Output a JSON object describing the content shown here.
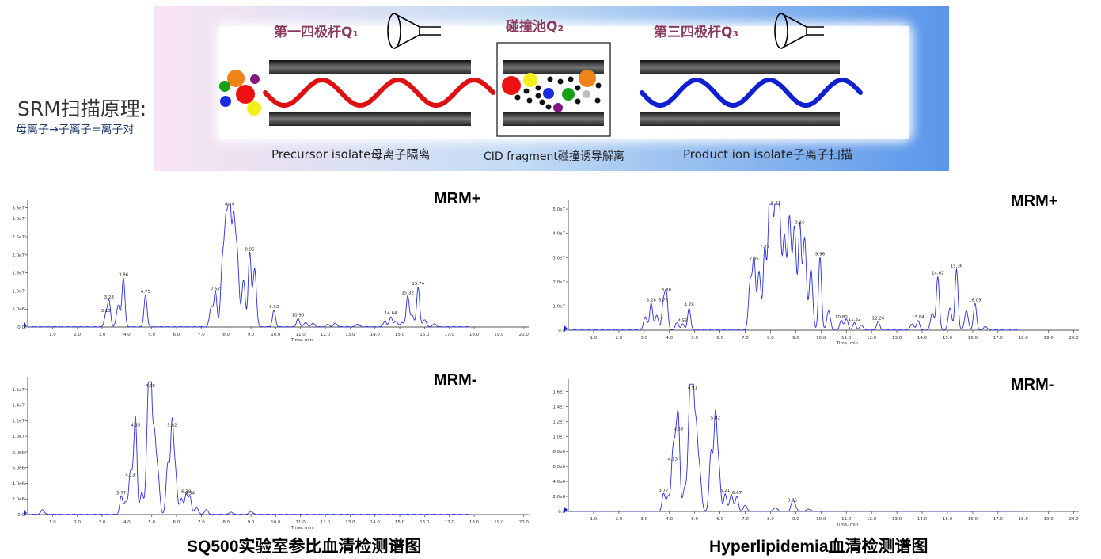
{
  "srm": {
    "title": "SRM扫描原理:",
    "subtitle": "母离子→子离子=离子对"
  },
  "diagram": {
    "q1_label": "第一四极杆Q₁",
    "q2_label": "碰撞池Q₂",
    "q3_label": "第三四极杆Q₃",
    "precursor_caption": "Precursor isolate母离子隔离",
    "cid_caption": "CID fragment碰撞诱导解离",
    "product_caption": "Product ion isolate子离子扫描",
    "colors": {
      "q1_wave": "#dd1111",
      "q3_wave": "#1020d0",
      "label": "#8a3a5e",
      "bg_left": "#f7e3f1",
      "bg_right": "#5a96ea"
    }
  },
  "captions": {
    "left": "SQ500实验室参比血清检测谱图",
    "right": "Hyperlipidemia血清检测谱图"
  },
  "chart_data": [
    {
      "id": "left-pos",
      "type": "line",
      "mode_label": "MRM+",
      "xlabel": "Time, min",
      "ylabel": "",
      "xlim": [
        0,
        20.2
      ],
      "ylim": [
        0,
        34000000.0
      ],
      "xticks": [
        "1.0",
        "2.0",
        "3.0",
        "4.0",
        "5.0",
        "6.0",
        "7.0",
        "8.0",
        "9.0",
        "10.0",
        "11.0",
        "12.0",
        "13.0",
        "14.0",
        "15.0",
        "16.0",
        "17.0",
        "18.0",
        "19.0",
        "20.0"
      ],
      "yticks": [
        [
          "0.0",
          0
        ],
        [
          "5.0e6",
          5000000.0
        ],
        [
          "1.0e7",
          10000000.0
        ],
        [
          "1.5e7",
          15000000.0
        ],
        [
          "2.0e7",
          20000000.0
        ],
        [
          "2.5e7",
          25000000.0
        ],
        [
          "3.0e7",
          30000000.0
        ],
        [
          "3.3e7",
          33000000.0
        ]
      ],
      "peaks": [
        {
          "label": "3.15",
          "x": 3.15,
          "y": 3500000.0
        },
        {
          "label": "3.28",
          "x": 3.28,
          "y": 7200000.0
        },
        {
          "label": "3.86",
          "x": 3.86,
          "y": 13500000.0
        },
        {
          "label": "4.75",
          "x": 4.75,
          "y": 8800000.0
        },
        {
          "label": "7.57",
          "x": 7.57,
          "y": 9500000.0
        },
        {
          "label": "8.14",
          "x": 8.14,
          "y": 33000000.0
        },
        {
          "label": "8.95",
          "x": 8.95,
          "y": 20500000.0
        },
        {
          "label": "9.93",
          "x": 9.93,
          "y": 4600000.0
        },
        {
          "label": "10.90",
          "x": 10.9,
          "y": 2300000.0
        },
        {
          "label": "14.64",
          "x": 14.64,
          "y": 2800000.0
        },
        {
          "label": "15.32",
          "x": 15.32,
          "y": 8500000.0
        },
        {
          "label": "15.74",
          "x": 15.74,
          "y": 11000000.0
        }
      ],
      "extra": [
        [
          3.65,
          6000000.0
        ],
        [
          7.4,
          5500000.0
        ],
        [
          7.85,
          17000000.0
        ],
        [
          8.0,
          28000000.0
        ],
        [
          8.3,
          29000000.0
        ],
        [
          8.45,
          19000000.0
        ],
        [
          8.7,
          13000000.0
        ],
        [
          9.15,
          16000000.0
        ],
        [
          11.2,
          1200000.0
        ],
        [
          11.5,
          1000000.0
        ],
        [
          12.1,
          700000.0
        ],
        [
          12.4,
          1000000.0
        ],
        [
          13.3,
          800000.0
        ],
        [
          14.4,
          1500000.0
        ],
        [
          14.85,
          1600000.0
        ],
        [
          15.1,
          1200000.0
        ],
        [
          15.5,
          3200000.0
        ],
        [
          16.0,
          2000000.0
        ],
        [
          16.4,
          800000.0
        ]
      ]
    },
    {
      "id": "left-neg",
      "type": "line",
      "mode_label": "MRM-",
      "xlabel": "Time, min",
      "ylabel": "",
      "xlim": [
        0,
        20.2
      ],
      "ylim": [
        0,
        17000000.0
      ],
      "xticks": [
        "1.0",
        "2.0",
        "3.0",
        "4.0",
        "5.0",
        "6.0",
        "7.0",
        "8.0",
        "9.0",
        "10.0",
        "11.0",
        "12.0",
        "13.0",
        "14.0",
        "15.0",
        "16.0",
        "17.0",
        "18.0",
        "19.0",
        "20.0"
      ],
      "yticks": [
        [
          "0.0",
          0
        ],
        [
          "2.0e6",
          2000000.0
        ],
        [
          "4.0e6",
          4000000.0
        ],
        [
          "6.0e6",
          6000000.0
        ],
        [
          "8.0e6",
          8000000.0
        ],
        [
          "1.0e7",
          10000000.0
        ],
        [
          "1.2e7",
          12000000.0
        ],
        [
          "1.4e7",
          14000000.0
        ],
        [
          "1.6e7",
          16000000.0
        ]
      ],
      "peaks": [
        {
          "label": "3.77",
          "x": 3.77,
          "y": 2300000.0
        },
        {
          "label": "4.13",
          "x": 4.13,
          "y": 4600000.0
        },
        {
          "label": "4.35",
          "x": 4.35,
          "y": 11000000.0
        },
        {
          "label": "4.95",
          "x": 4.95,
          "y": 16000000.0
        },
        {
          "label": "5.82",
          "x": 5.82,
          "y": 11000000.0
        },
        {
          "label": "6.39",
          "x": 6.39,
          "y": 2500000.0
        },
        {
          "label": "6.54",
          "x": 6.54,
          "y": 2300000.0
        }
      ],
      "extra": [
        [
          0.6,
          600000.0
        ],
        [
          3.95,
          1600000.0
        ],
        [
          4.25,
          3800000.0
        ],
        [
          4.6,
          2800000.0
        ],
        [
          4.85,
          12000000.0
        ],
        [
          5.1,
          10000000.0
        ],
        [
          5.25,
          5000000.0
        ],
        [
          5.65,
          6500000.0
        ],
        [
          5.95,
          5500000.0
        ],
        [
          6.2,
          2000000.0
        ],
        [
          6.8,
          1000000.0
        ],
        [
          7.2,
          600000.0
        ],
        [
          8.2,
          300000.0
        ],
        [
          9.0,
          400000.0
        ]
      ]
    },
    {
      "id": "right-pos",
      "type": "line",
      "mode_label": "MRM+",
      "xlabel": "Time, min",
      "ylabel": "",
      "xlim": [
        0,
        20.2
      ],
      "ylim": [
        0,
        52000000.0
      ],
      "xticks": [
        "1.0",
        "2.0",
        "3.0",
        "4.0",
        "5.0",
        "6.0",
        "7.0",
        "8.0",
        "9.0",
        "10.0",
        "11.0",
        "12.0",
        "13.0",
        "14.0",
        "15.0",
        "16.0",
        "17.0",
        "18.0",
        "19.0",
        "20.0"
      ],
      "yticks": [
        [
          "0.0",
          0
        ],
        [
          "1.0e7",
          10000000.0
        ],
        [
          "2.0e7",
          20000000.0
        ],
        [
          "3.0e7",
          30000000.0
        ],
        [
          "4.0e7",
          40000000.0
        ],
        [
          "5.0e7",
          50000000.0
        ]
      ],
      "peaks": [
        {
          "label": "3.28",
          "x": 3.28,
          "y": 11000000.0
        },
        {
          "label": "3.76",
          "x": 3.76,
          "y": 11000000.0
        },
        {
          "label": "3.88",
          "x": 3.88,
          "y": 15000000.0
        },
        {
          "label": "4.53",
          "x": 4.53,
          "y": 2500000.0
        },
        {
          "label": "4.78",
          "x": 4.78,
          "y": 9000000.0
        },
        {
          "label": "7.35",
          "x": 7.35,
          "y": 28000000.0
        },
        {
          "label": "7.77",
          "x": 7.77,
          "y": 33000000.0
        },
        {
          "label": "8.21",
          "x": 8.21,
          "y": 51000000.0
        },
        {
          "label": "9.16",
          "x": 9.16,
          "y": 43000000.0
        },
        {
          "label": "9.96",
          "x": 9.96,
          "y": 30000000.0
        },
        {
          "label": "10.80",
          "x": 10.8,
          "y": 4000000.0
        },
        {
          "label": "11.32",
          "x": 11.32,
          "y": 3000000.0
        },
        {
          "label": "12.26",
          "x": 12.26,
          "y": 3500000.0
        },
        {
          "label": "13.84",
          "x": 13.84,
          "y": 4000000.0
        },
        {
          "label": "14.62",
          "x": 14.62,
          "y": 22000000.0
        },
        {
          "label": "15.36",
          "x": 15.36,
          "y": 25000000.0
        },
        {
          "label": "16.09",
          "x": 16.09,
          "y": 11000000.0
        }
      ],
      "extra": [
        [
          3.05,
          5500000.0
        ],
        [
          3.5,
          6000000.0
        ],
        [
          4.3,
          3000000.0
        ],
        [
          7.2,
          20000000.0
        ],
        [
          7.55,
          24000000.0
        ],
        [
          7.95,
          40000000.0
        ],
        [
          8.05,
          46000000.0
        ],
        [
          8.35,
          49000000.0
        ],
        [
          8.55,
          38000000.0
        ],
        [
          8.75,
          46000000.0
        ],
        [
          8.95,
          42000000.0
        ],
        [
          9.35,
          38000000.0
        ],
        [
          9.6,
          25000000.0
        ],
        [
          10.3,
          8000000.0
        ],
        [
          11.0,
          4500000.0
        ],
        [
          11.6,
          2000000.0
        ],
        [
          13.6,
          2500000.0
        ],
        [
          14.4,
          7000000.0
        ],
        [
          15.1,
          9000000.0
        ],
        [
          15.75,
          8000000.0
        ],
        [
          16.5,
          1500000.0
        ]
      ]
    },
    {
      "id": "right-neg",
      "type": "line",
      "mode_label": "MRM-",
      "xlabel": "Time, min",
      "ylabel": "",
      "xlim": [
        0,
        20.2
      ],
      "ylim": [
        0,
        17000000.0
      ],
      "xticks": [
        "1.0",
        "2.0",
        "3.0",
        "4.0",
        "5.0",
        "6.0",
        "7.0",
        "8.0",
        "9.0",
        "10.0",
        "11.0",
        "12.0",
        "13.0",
        "14.0",
        "15.0",
        "16.0",
        "17.0",
        "18.0",
        "19.0",
        "20.0"
      ],
      "yticks": [
        [
          "0.0",
          0
        ],
        [
          "2.0e6",
          2000000.0
        ],
        [
          "4.0e6",
          4000000.0
        ],
        [
          "6.0e6",
          6000000.0
        ],
        [
          "8.0e6",
          8000000.0
        ],
        [
          "1.0e7",
          10000000.0
        ],
        [
          "1.2e7",
          12000000.0
        ],
        [
          "1.4e7",
          14000000.0
        ],
        [
          "1.6e7",
          16000000.0
        ]
      ],
      "peaks": [
        {
          "label": "3.77",
          "x": 3.77,
          "y": 2300000.0
        },
        {
          "label": "4.13",
          "x": 4.13,
          "y": 6500000.0
        },
        {
          "label": "4.36",
          "x": 4.36,
          "y": 10500000.0
        },
        {
          "label": "4.91",
          "x": 4.91,
          "y": 16000000.0
        },
        {
          "label": "5.82",
          "x": 5.82,
          "y": 12000000.0
        },
        {
          "label": "6.21",
          "x": 6.21,
          "y": 2300000.0
        },
        {
          "label": "6.67",
          "x": 6.67,
          "y": 2000000.0
        },
        {
          "label": "8.86",
          "x": 8.86,
          "y": 1000000.0
        }
      ],
      "extra": [
        [
          3.95,
          2000000.0
        ],
        [
          4.25,
          8000000.0
        ],
        [
          4.6,
          3000000.0
        ],
        [
          4.8,
          13000000.0
        ],
        [
          5.05,
          11000000.0
        ],
        [
          5.2,
          5000000.0
        ],
        [
          5.65,
          8000000.0
        ],
        [
          5.95,
          6000000.0
        ],
        [
          6.45,
          2200000.0
        ],
        [
          7.0,
          800000.0
        ],
        [
          8.2,
          500000.0
        ],
        [
          8.95,
          900000.0
        ],
        [
          9.5,
          300000.0
        ]
      ]
    }
  ]
}
